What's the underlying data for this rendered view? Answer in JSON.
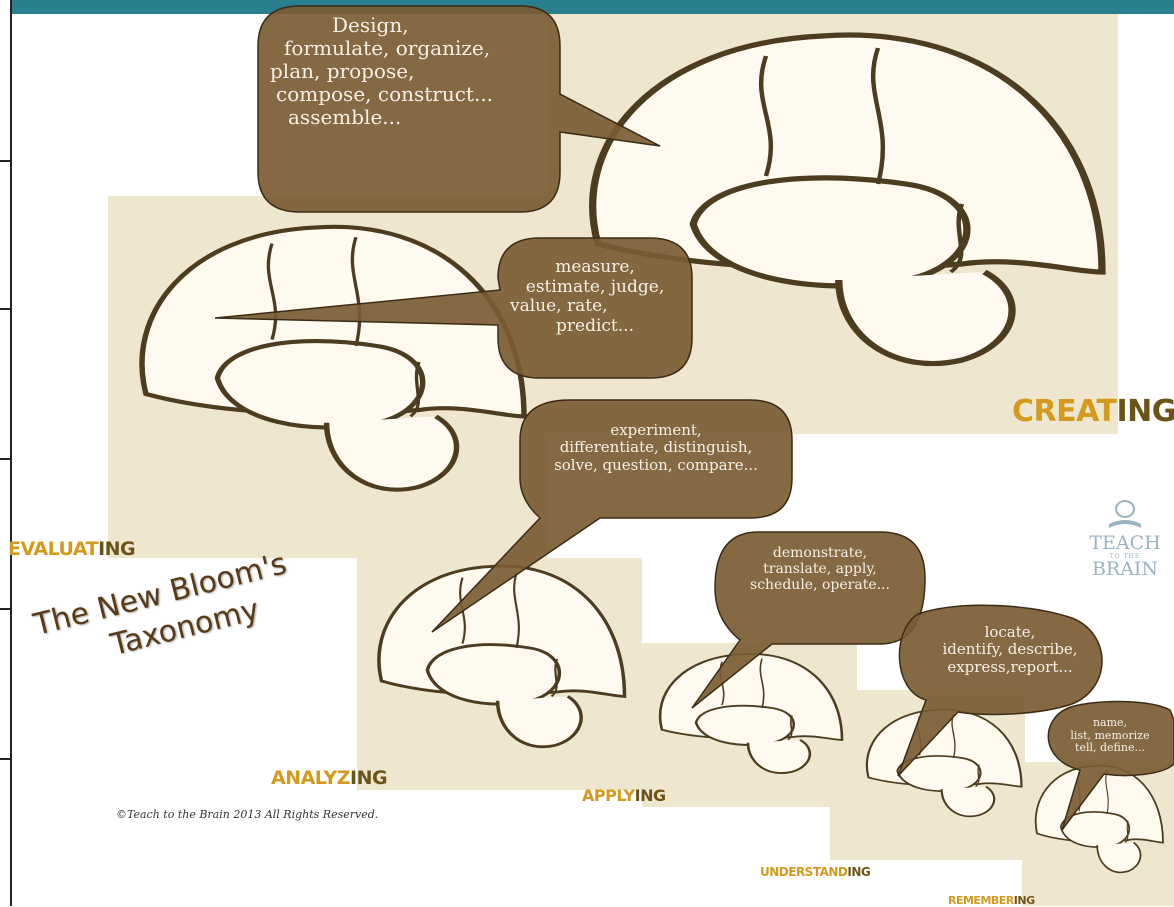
{
  "title": {
    "line1": "The New Bloom's",
    "line2": "Taxonomy"
  },
  "copyright": "©Teach to the Brain 2013 All Rights Reserved.",
  "logo": {
    "line1": "TEACH",
    "line2": "TO THE",
    "line3": "BRAIN"
  },
  "colors": {
    "panel": "#efe6cf",
    "bubble": "#7a5c33",
    "outline": "#4e3c20",
    "stem": "#d39a1d",
    "suffix": "#6b5417",
    "topbar": "#2a7f8f"
  },
  "levels": [
    {
      "id": "creating",
      "stem": "CREAT",
      "suffix": "ING",
      "verbs": [
        "Design,",
        "formulate, organize,",
        "plan, propose,",
        "compose, construct...",
        "assemble..."
      ]
    },
    {
      "id": "evaluating",
      "stem": "EVALUAT",
      "suffix": "ING",
      "verbs": [
        "measure,",
        "estimate, judge,",
        "value, rate,",
        "predict..."
      ]
    },
    {
      "id": "analyzing",
      "stem": "ANALYZ",
      "suffix": "ING",
      "verbs": [
        "experiment,",
        "differentiate, distinguish,",
        "solve, question, compare..."
      ]
    },
    {
      "id": "applying",
      "stem": "APPLY",
      "suffix": "ING",
      "verbs": [
        "demonstrate,",
        "translate, apply,",
        "schedule, operate..."
      ]
    },
    {
      "id": "understanding",
      "stem": "UNDERSTAND",
      "suffix": "ING",
      "verbs": [
        "locate,",
        "identify, describe,",
        "express,report..."
      ]
    },
    {
      "id": "remembering",
      "stem": "REMEMBER",
      "suffix": "ING",
      "verbs": [
        "name,",
        "list, memorize",
        "tell, define..."
      ]
    }
  ]
}
